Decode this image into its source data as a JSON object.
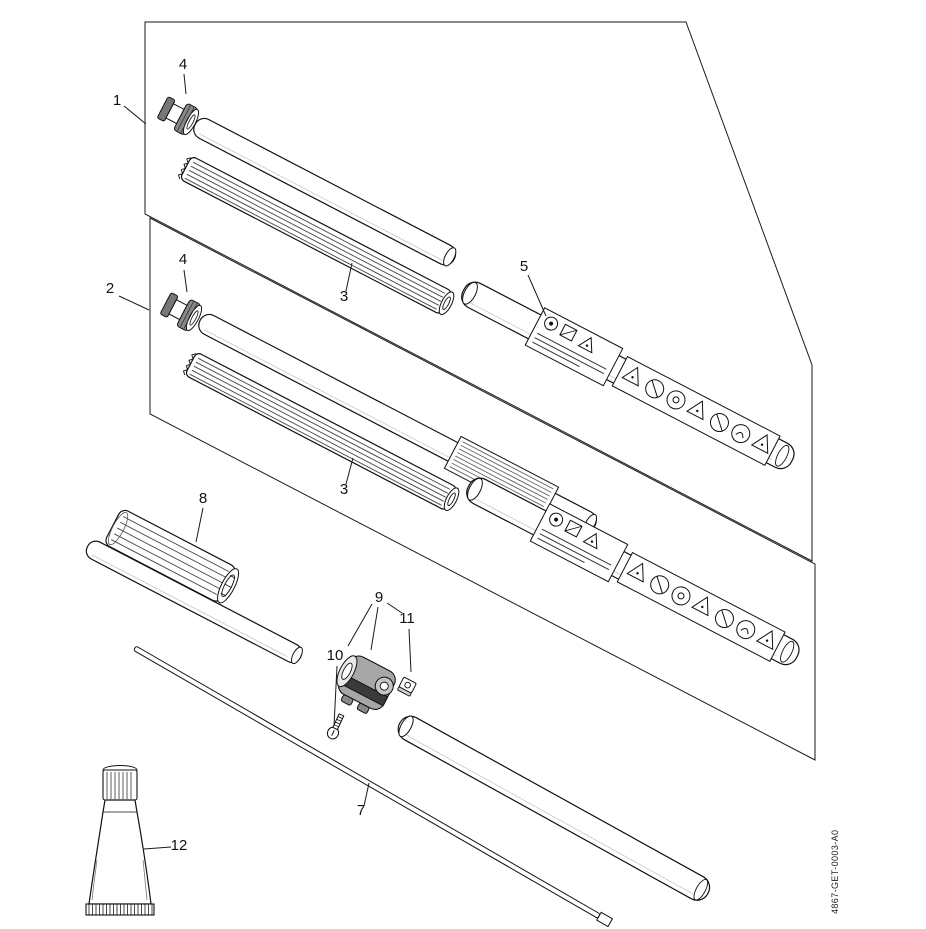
{
  "diagram": {
    "background_color": "#ffffff",
    "line_color": "#1a1a1a",
    "clamp_gray": "#a7a7a7",
    "drawing_number": "4867-GET-0003-A0",
    "callouts": {
      "panel_1": "1",
      "panel_2": "2",
      "liner_tube": "3",
      "coupling_sleeve": "4",
      "drive_tube_labels": "5",
      "drive_shaft": "7",
      "liner": "8",
      "coupling": "9",
      "screw": "10",
      "nut": "11",
      "grease_tube": "12"
    }
  }
}
